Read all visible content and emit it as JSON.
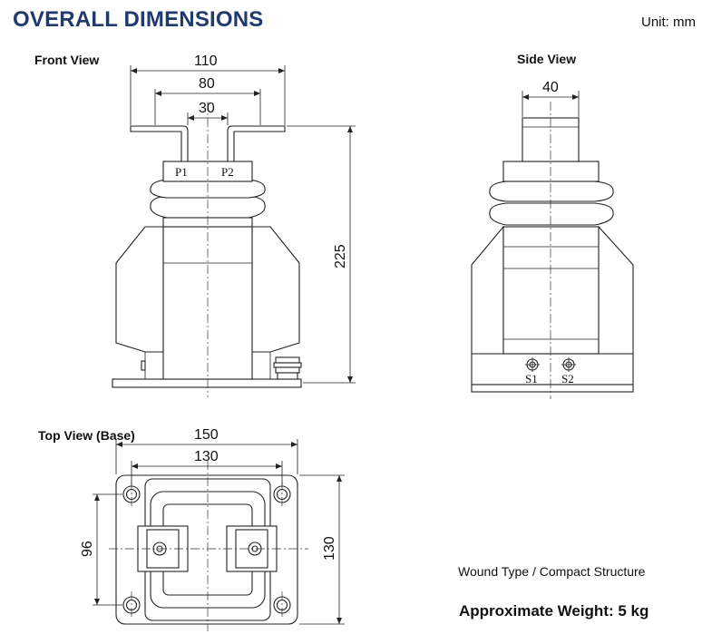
{
  "header": {
    "title": "OVERALL DIMENSIONS",
    "unit": "Unit: mm"
  },
  "views": {
    "front": {
      "label": "Front View"
    },
    "side": {
      "label": "Side View"
    },
    "top": {
      "label": "Top View (Base)"
    }
  },
  "dims": {
    "front_110": "110",
    "front_80": "80",
    "front_30": "30",
    "front_225": "225",
    "side_40": "40",
    "top_150": "150",
    "top_130w": "130",
    "top_96": "96",
    "top_130h": "130"
  },
  "terminals": {
    "p1": "P1",
    "p2": "P2",
    "s1": "S1",
    "s2": "S2"
  },
  "notes": {
    "structure": "Wound Type / Compact Structure",
    "weight": "Approximate Weight: 5 kg"
  }
}
